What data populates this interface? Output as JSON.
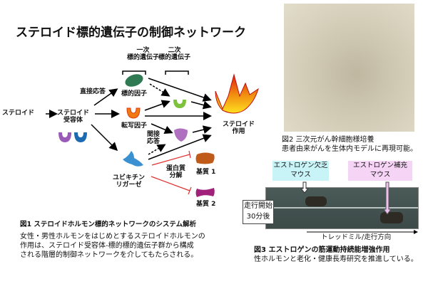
{
  "title": "ステロイド標的遺伝子の制御ネットワーク",
  "fig1": {
    "primary_header": [
      "一次",
      "標的遺伝子"
    ],
    "secondary_header": [
      "二次",
      "標的遺伝子"
    ],
    "steroid": "ステロイド",
    "receptor": [
      "ステロイド",
      "受容体"
    ],
    "direct_response": "直接応答",
    "target_factor": "標的因子",
    "transcription_factor": "転写因子",
    "indirect_response": [
      "間接",
      "応答"
    ],
    "ubiquitin_ligase": [
      "ユビキチン",
      "リガーゼ"
    ],
    "protein_degradation": [
      "蛋白質",
      "分解"
    ],
    "substrate1": "基質 1",
    "substrate2": "基質 2",
    "steroid_action": [
      "ステロイド",
      "作用"
    ],
    "caption_title": "図1 ステロイドホルモン標的ネットワークのシステム解析",
    "caption_body": [
      "女性・男性ホルモンをはじめとするステロイドホルモンの",
      "作用は、ステロイド受容体-標的標的遺伝子群から構成",
      "される階層的制御ネットワークを介してもたらされる。"
    ]
  },
  "fig2": {
    "caption_title": "図2 三次元がん幹細胞様培養",
    "caption_body": "患者由来がんを生体内モデルに再現可能。"
  },
  "fig3": {
    "deficient_label": [
      "エストロゲン欠乏",
      "マウス"
    ],
    "supplemented_label": [
      "エストロゲン補充",
      "マウス"
    ],
    "time_label": [
      "走行開始",
      "30分後"
    ],
    "direction_label": "トレッドミル/走行方向",
    "caption_title": "図3 エストロゲンの筋運動持続能増強作用",
    "caption_body": "性ホルモンと老化・健康長寿研究を推進している。"
  }
}
